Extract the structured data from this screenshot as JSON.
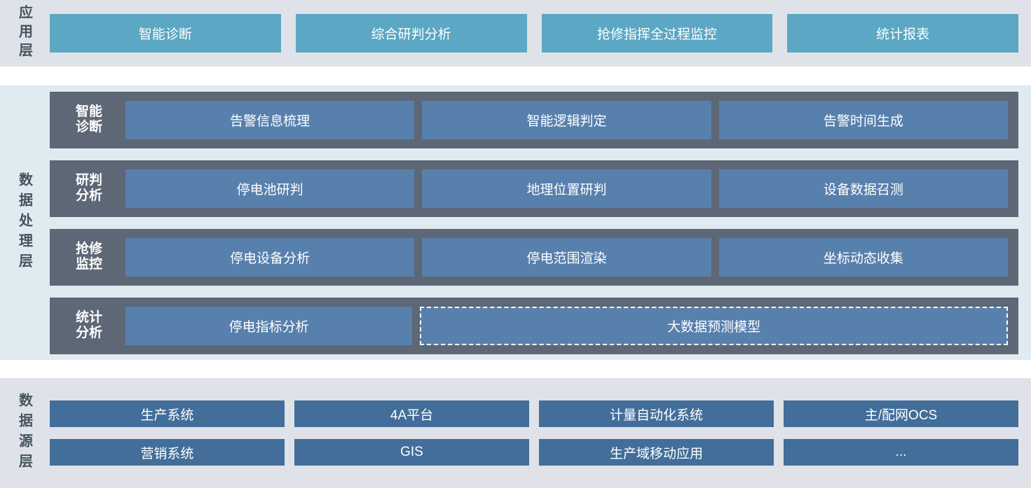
{
  "layers": {
    "application": {
      "label": "应用层",
      "boxes": [
        {
          "label": "智能诊断"
        },
        {
          "label": "综合研判分析"
        },
        {
          "label": "抢修指挥全过程监控"
        },
        {
          "label": "统计报表"
        }
      ]
    },
    "processing": {
      "label": "数据处理层",
      "rows": [
        {
          "label_line1": "智能",
          "label_line2": "诊断",
          "boxes": [
            {
              "label": "告警信息梳理",
              "dashed": false
            },
            {
              "label": "智能逻辑判定",
              "dashed": false
            },
            {
              "label": "告警时间生成",
              "dashed": false
            }
          ]
        },
        {
          "label_line1": "研判",
          "label_line2": "分析",
          "boxes": [
            {
              "label": "停电池研判",
              "dashed": false
            },
            {
              "label": "地理位置研判",
              "dashed": false
            },
            {
              "label": "设备数据召测",
              "dashed": false
            }
          ]
        },
        {
          "label_line1": "抢修",
          "label_line2": "监控",
          "boxes": [
            {
              "label": "停电设备分析",
              "dashed": false
            },
            {
              "label": "停电范围渲染",
              "dashed": false
            },
            {
              "label": "坐标动态收集",
              "dashed": false
            }
          ]
        },
        {
          "label_line1": "统计",
          "label_line2": "分析",
          "boxes": [
            {
              "label": "停电指标分析",
              "dashed": false
            },
            {
              "label": "大数据预测模型",
              "dashed": true
            }
          ]
        }
      ]
    },
    "source": {
      "label": "数据源层",
      "rows": [
        [
          {
            "label": "生产系统"
          },
          {
            "label": "4A平台"
          },
          {
            "label": "计量自动化系统"
          },
          {
            "label": "主/配网OCS"
          }
        ],
        [
          {
            "label": "营销系统"
          },
          {
            "label": "GIS"
          },
          {
            "label": "生产域移动应用"
          },
          {
            "label": "..."
          }
        ]
      ]
    }
  },
  "colors": {
    "band_app_bg": "#dfe3e9",
    "band_proc_bg": "#dfeaf1",
    "band_src_bg": "#dfe3e9",
    "app_box": "#5ba7c4",
    "proc_row": "#5d6775",
    "proc_box": "#5880ad",
    "src_box": "#426e99",
    "label_text": "#45535f",
    "box_text": "#ffffff"
  }
}
